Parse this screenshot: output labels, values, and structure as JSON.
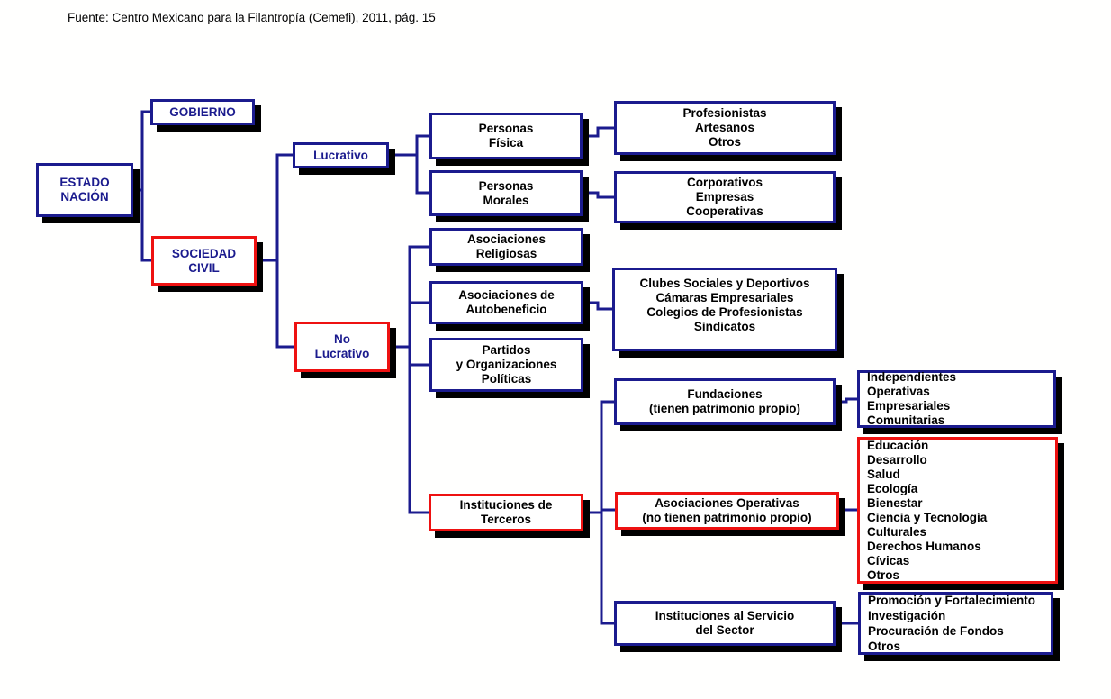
{
  "source_note": "Fuente: Centro Mexicano para la Filantropía (Cemefi), 2011, pág. 15",
  "colors": {
    "navy": "#1b1b8e",
    "red": "#ee1111",
    "shadow": "#000000",
    "background": "#fffffe"
  },
  "nodes": {
    "estado_nacion": {
      "label": [
        "ESTADO",
        "NACIÓN"
      ],
      "border": "navy",
      "text": "navy"
    },
    "gobierno": {
      "label": [
        "GOBIERNO"
      ],
      "border": "navy",
      "text": "navy"
    },
    "sociedad_civil": {
      "label": [
        "SOCIEDAD",
        "CIVIL"
      ],
      "border": "red",
      "text": "navy"
    },
    "lucrativo": {
      "label": [
        "Lucrativo"
      ],
      "border": "navy",
      "text": "navy"
    },
    "no_lucrativo": {
      "label": [
        "No",
        "Lucrativo"
      ],
      "border": "red",
      "text": "navy"
    },
    "personas_fisica": {
      "label": [
        "Personas",
        "Física"
      ],
      "border": "navy",
      "text": "black"
    },
    "personas_morales": {
      "label": [
        "Personas",
        "Morales"
      ],
      "border": "navy",
      "text": "black"
    },
    "profesionistas_artesanos_otros": {
      "label": [
        "Profesionistas",
        "Artesanos",
        "Otros"
      ],
      "border": "navy",
      "text": "black"
    },
    "corporativos_empresas_cooperativas": {
      "label": [
        "Corporativos",
        "Empresas",
        "Cooperativas"
      ],
      "border": "navy",
      "text": "black"
    },
    "asociaciones_religiosas": {
      "label": [
        "Asociaciones",
        "Religiosas"
      ],
      "border": "navy",
      "text": "black"
    },
    "asociaciones_autobeneficio": {
      "label": [
        "Asociaciones de",
        "Autobeneficio"
      ],
      "border": "navy",
      "text": "black"
    },
    "partidos_organizaciones_politicas": {
      "label": [
        "Partidos",
        "y Organizaciones",
        "Políticas"
      ],
      "border": "navy",
      "text": "black"
    },
    "clubes_camaras_colegios_sindicatos": {
      "label": [
        "Clubes Sociales y Deportivos",
        "Cámaras Empresariales",
        "Colegios de Profesionistas",
        "Sindicatos"
      ],
      "border": "navy",
      "text": "black"
    },
    "instituciones_de_terceros": {
      "label": [
        "Instituciones de",
        "Terceros"
      ],
      "border": "red",
      "text": "black"
    },
    "fundaciones": {
      "label": [
        "Fundaciones",
        "(tienen patrimonio propio)"
      ],
      "border": "navy",
      "text": "black"
    },
    "tipos_de_fundaciones": {
      "label": [
        "Independientes",
        "Operativas",
        "Empresariales",
        "Comunitarias"
      ],
      "border": "navy",
      "text": "black"
    },
    "asociaciones_operativas": {
      "label": [
        "Asociaciones Operativas",
        "(no tienen patrimonio propio)"
      ],
      "border": "red",
      "text": "black"
    },
    "areas_asociaciones_operativas": {
      "label": [
        "Educación",
        "Desarrollo",
        "Salud",
        "Ecología",
        "Bienestar",
        "Ciencia y Tecnología",
        "Culturales",
        "Derechos Humanos",
        "Cívicas",
        "Otros"
      ],
      "border": "red",
      "text": "black"
    },
    "instituciones_al_servicio_del_sector": {
      "label": [
        "Instituciones al Servicio",
        "del Sector"
      ],
      "border": "navy",
      "text": "black"
    },
    "funciones_instituciones_servicio": {
      "label": [
        "Promoción y Fortalecimiento",
        "Investigación",
        "Procuración de Fondos",
        "Otros"
      ],
      "border": "navy",
      "text": "black"
    }
  }
}
